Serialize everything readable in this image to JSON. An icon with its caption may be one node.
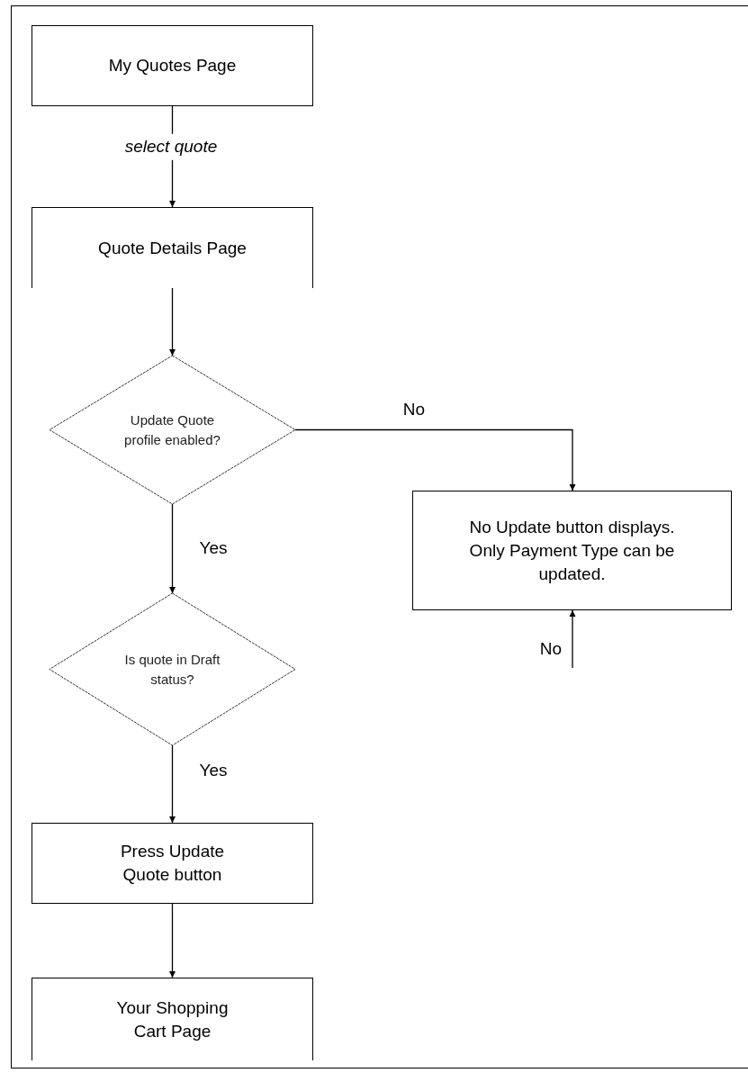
{
  "diagram": {
    "nodes": [
      {
        "text": [
          "My Quotes Page"
        ]
      },
      {
        "text": [
          "Quote Details Page"
        ]
      },
      {
        "text": [
          "Update Quote profile enabled?"
        ]
      },
      {
        "text": [
          "No Update button displays. Only Payment Type can be updated."
        ]
      },
      {
        "text": [
          "Is quote in Draft status?"
        ]
      },
      {
        "text": [
          "Press Update Quote button"
        ]
      },
      {
        "text": [
          "Your Shopping Cart Page"
        ]
      }
    ],
    "edges": [
      {
        "from": 0,
        "to": 1,
        "arrow": "to",
        "label": "select quote"
      },
      {
        "from": 1,
        "to": 2,
        "arrow": "to"
      },
      {
        "from": 2,
        "to": 3,
        "arrow": "to",
        "label": "No"
      },
      {
        "from": 2,
        "to": 4,
        "arrow": "to",
        "label": "Yes"
      },
      {
        "from": null,
        "to": 3,
        "arrow": "to",
        "label": "No"
      },
      {
        "from": 4,
        "to": 5,
        "arrow": "to",
        "label": "Yes"
      },
      {
        "from": 5,
        "to": 6,
        "arrow": "to"
      }
    ]
  }
}
